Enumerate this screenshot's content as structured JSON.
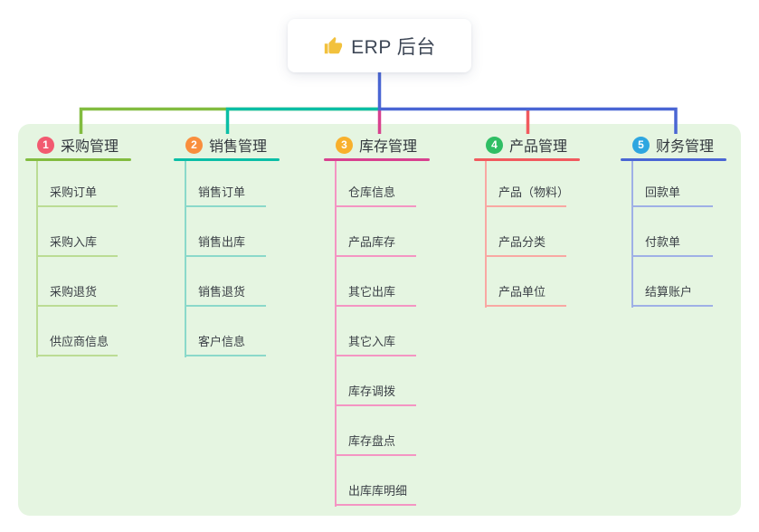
{
  "root": {
    "label": "ERP 后台",
    "icon": "thumbs-up"
  },
  "panel_background": "#E5F5E1",
  "branches": [
    {
      "badge": "1",
      "badge_color": "#F25A70",
      "color": "#82BC40",
      "light_color": "#BBDC94",
      "label": "采购管理",
      "items": [
        "采购订单",
        "采购入库",
        "采购退货",
        "供应商信息"
      ]
    },
    {
      "badge": "2",
      "badge_color": "#F98E3D",
      "color": "#0BBEA6",
      "light_color": "#8BD9CA",
      "label": "销售管理",
      "items": [
        "销售订单",
        "销售出库",
        "销售退货",
        "客户信息"
      ]
    },
    {
      "badge": "3",
      "badge_color": "#F8B02C",
      "color": "#D8418F",
      "light_color": "#F495C3",
      "label": "库存管理",
      "items": [
        "仓库信息",
        "产品库存",
        "其它出库",
        "其它入库",
        "库存调拨",
        "库存盘点",
        "出库库明细"
      ]
    },
    {
      "badge": "4",
      "badge_color": "#2FBE64",
      "color": "#F15A5E",
      "light_color": "#F9A8A3",
      "label": "产品管理",
      "items": [
        "产品（物料）",
        "产品分类",
        "产品单位"
      ]
    },
    {
      "badge": "5",
      "badge_color": "#2EA6E0",
      "color": "#4A66D4",
      "light_color": "#9FB0E6",
      "label": "财务管理",
      "items": [
        "回款单",
        "付款单",
        "结算账户"
      ]
    }
  ]
}
